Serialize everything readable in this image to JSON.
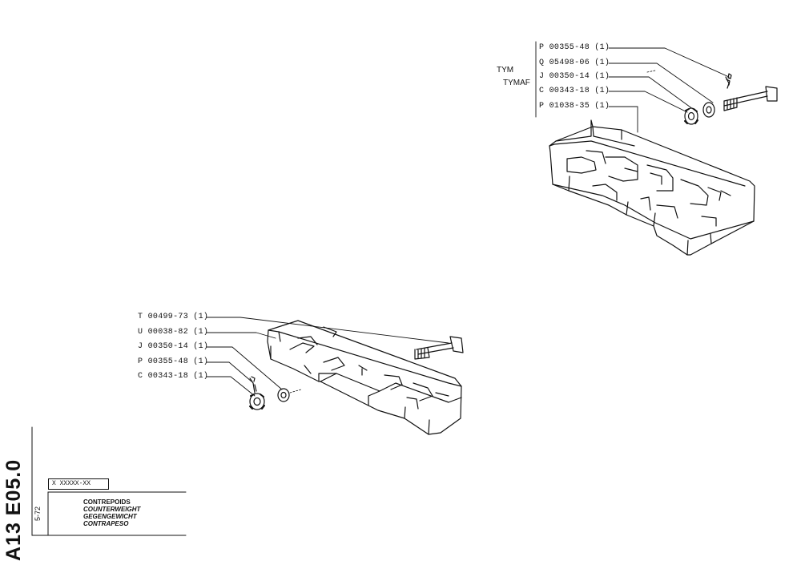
{
  "document": {
    "code": "A13 E05.0",
    "date": "5-72",
    "reference": "X XXXXX-XX",
    "titles": [
      "CONTREPOIDS",
      "COUNTERWEIGHT",
      "GEGENGEWICHT",
      "CONTRAPESO"
    ]
  },
  "top_assembly": {
    "models": [
      "TYM",
      "TYMAF"
    ],
    "parts": [
      "P 00355-48 (1)",
      "Q 05498-06 (1)",
      "J 00350-14 (1)",
      "C 00343-18 (1)",
      "P 01038-35 (1)"
    ]
  },
  "bottom_assembly": {
    "parts": [
      "T 00499-73 (1)",
      "U 00038-82 (1)",
      "J 00350-14 (1)",
      "P 00355-48 (1)",
      "C 00343-18 (1)"
    ]
  }
}
